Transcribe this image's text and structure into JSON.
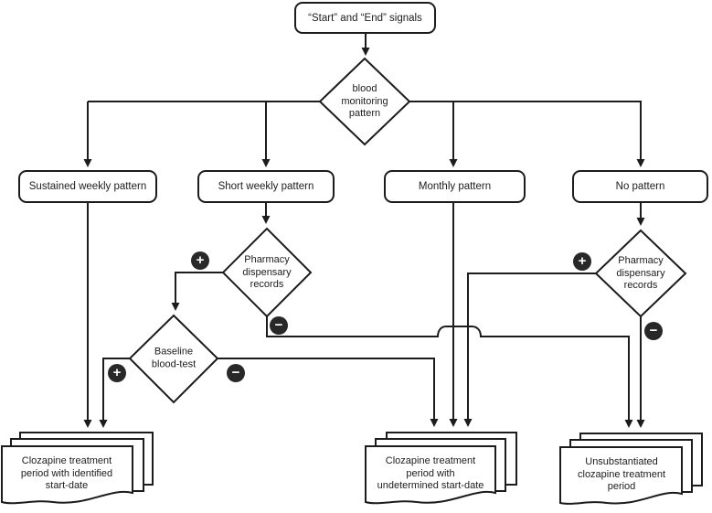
{
  "colors": {
    "ink": "#1c1c1c",
    "background": "#ffffff",
    "badge_fill": "#282828",
    "badge_glyph": "#ffffff"
  },
  "icons": {
    "plus": "+",
    "minus": "−"
  },
  "nodes": {
    "start": {
      "label": "“Start” and “End” signals"
    },
    "blood_monitoring": {
      "label": "blood\nmonitoring\npattern"
    },
    "sustained_weekly": {
      "label": "Sustained weekly pattern"
    },
    "short_weekly": {
      "label": "Short weekly pattern"
    },
    "monthly": {
      "label": "Monthly pattern"
    },
    "no_pattern": {
      "label": "No pattern"
    },
    "pharmacy_records_left": {
      "label": "Pharmacy\ndispensary\nrecords"
    },
    "baseline_blood_test": {
      "label": "Baseline\nblood-test"
    },
    "pharmacy_records_right": {
      "label": "Pharmacy\ndispensary\nrecords"
    },
    "doc_identified": {
      "label": "Clozapine treatment\nperiod with identified\nstart-date"
    },
    "doc_undetermined": {
      "label": "Clozapine treatment\nperiod with\nundetermined start-date"
    },
    "doc_unsubstantiated": {
      "label": "Unsubstantiated\nclozapine treatment\nperiod"
    }
  }
}
